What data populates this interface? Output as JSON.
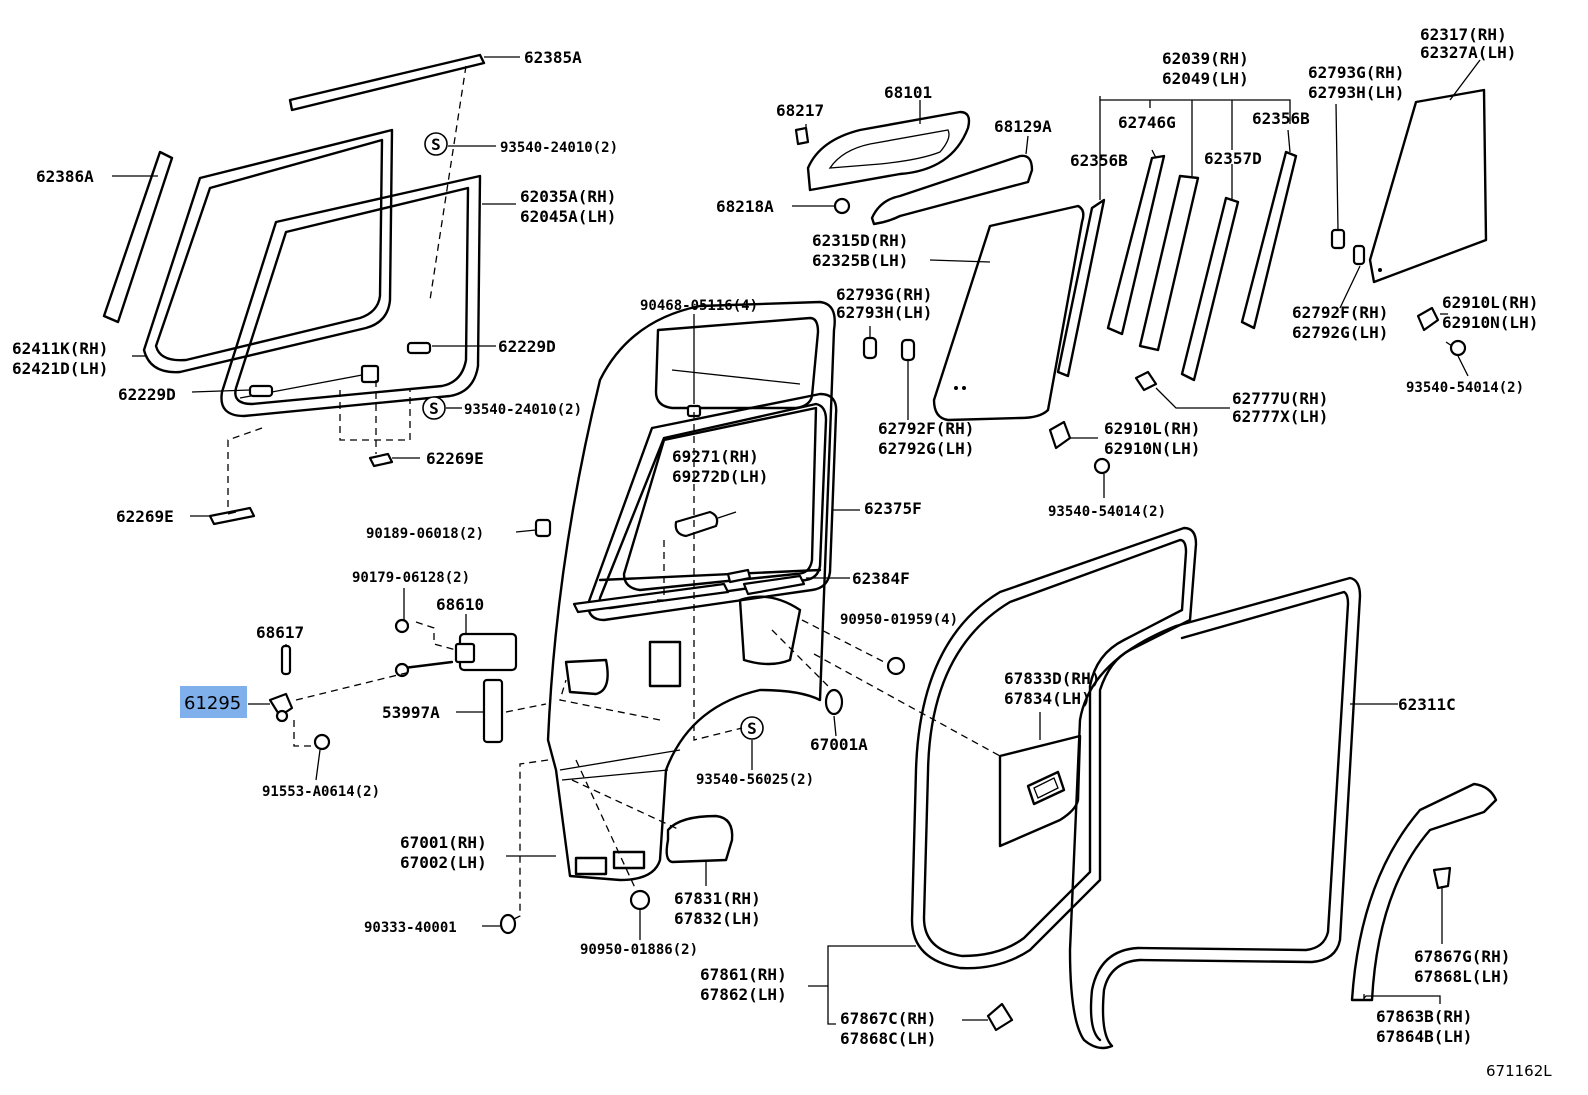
{
  "diagram_id": "671162L",
  "highlighted_part": "61295",
  "parts": {
    "p62385A": "62385A",
    "p93540_24010_top": "93540-24010(2)",
    "p62386A": "62386A",
    "p62035A": "62035A(RH)",
    "p62045A": "62045A(LH)",
    "p62411K": "62411K(RH)",
    "p62421D": "62421D(LH)",
    "p62229D_r": "62229D",
    "p62229D_l": "62229D",
    "p93540_24010_bot": "93540-24010(2)",
    "p62269E_r": "62269E",
    "p62269E_l": "62269E",
    "p68217": "68217",
    "p68101": "68101",
    "p68129A": "68129A",
    "p68218A": "68218A",
    "p62039": "62039(RH)",
    "p62049": "62049(LH)",
    "p62746G": "62746G",
    "p62356B_r": "62356B",
    "p62356B_l": "62356B",
    "p62357D": "62357D",
    "p62315D": "62315D(RH)",
    "p62325B": "62325B(LH)",
    "p62317": "62317(RH)",
    "p62327A": "62327A(LH)",
    "p62793G_r": "62793G(RH)",
    "p62793H_r": "62793H(LH)",
    "p62792F_r": "62792F(RH)",
    "p62792G_r": "62792G(LH)",
    "p62910L_r": "62910L(RH)",
    "p62910N_r": "62910N(LH)",
    "p93540_54014_r": "93540-54014(2)",
    "p90468": "90468-05116(4)",
    "p62793G_m": "62793G(RH)",
    "p62793H_m": "62793H(LH)",
    "p62792F_m": "62792F(RH)",
    "p62792G_m": "62792G(LH)",
    "p62777U": "62777U(RH)",
    "p62777X": "62777X(LH)",
    "p62910L_m": "62910L(RH)",
    "p62910N_m": "62910N(LH)",
    "p93540_54014_m": "93540-54014(2)",
    "p69271": "69271(RH)",
    "p69272D": "69272D(LH)",
    "p62375F": "62375F",
    "p62384F": "62384F",
    "p90189": "90189-06018(2)",
    "p90179": "90179-06128(2)",
    "p68610": "68610",
    "p68617": "68617",
    "p61295": "61295",
    "p53997A": "53997A",
    "p91553": "91553-A0614(2)",
    "p90950_01959": "90950-01959(4)",
    "p67001A": "67001A",
    "p93540_56025": "93540-56025(2)",
    "p67833D": "67833D(RH)",
    "p67834": "67834(LH)",
    "p62311C": "62311C",
    "p67001": "67001(RH)",
    "p67002": "67002(LH)",
    "p67831": "67831(RH)",
    "p67832": "67832(LH)",
    "p90333": "90333-40001",
    "p90950_01886": "90950-01886(2)",
    "p67861": "67861(RH)",
    "p67862": "67862(LH)",
    "p67867C": "67867C(RH)",
    "p67868C": "67868C(LH)",
    "p67867G": "67867G(RH)",
    "p67868L": "67868L(LH)",
    "p67863B": "67863B(RH)",
    "p67864B": "67864B(LH)"
  },
  "colors": {
    "highlight": "#7fb0ec",
    "line": "#000000",
    "background": "#ffffff"
  },
  "icons": {
    "screw_marker": "circled-S-icon"
  },
  "screw_marker_letter": "S"
}
